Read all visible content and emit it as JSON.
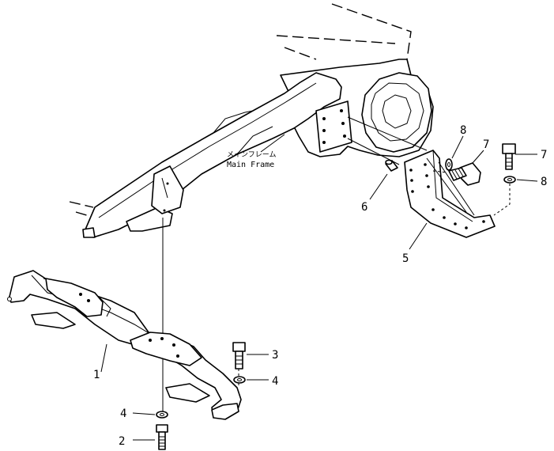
{
  "labels": {
    "frame_label_jp": "メインフレーム",
    "frame_label_en": "Main  Frame"
  },
  "callouts": {
    "c1": "1",
    "c2": "2",
    "c3": "3",
    "c4a": "4",
    "c4b": "4",
    "c5": "5",
    "c6": "6",
    "c7a": "7",
    "c7b": "7",
    "c8a": "8",
    "c8b": "8"
  }
}
